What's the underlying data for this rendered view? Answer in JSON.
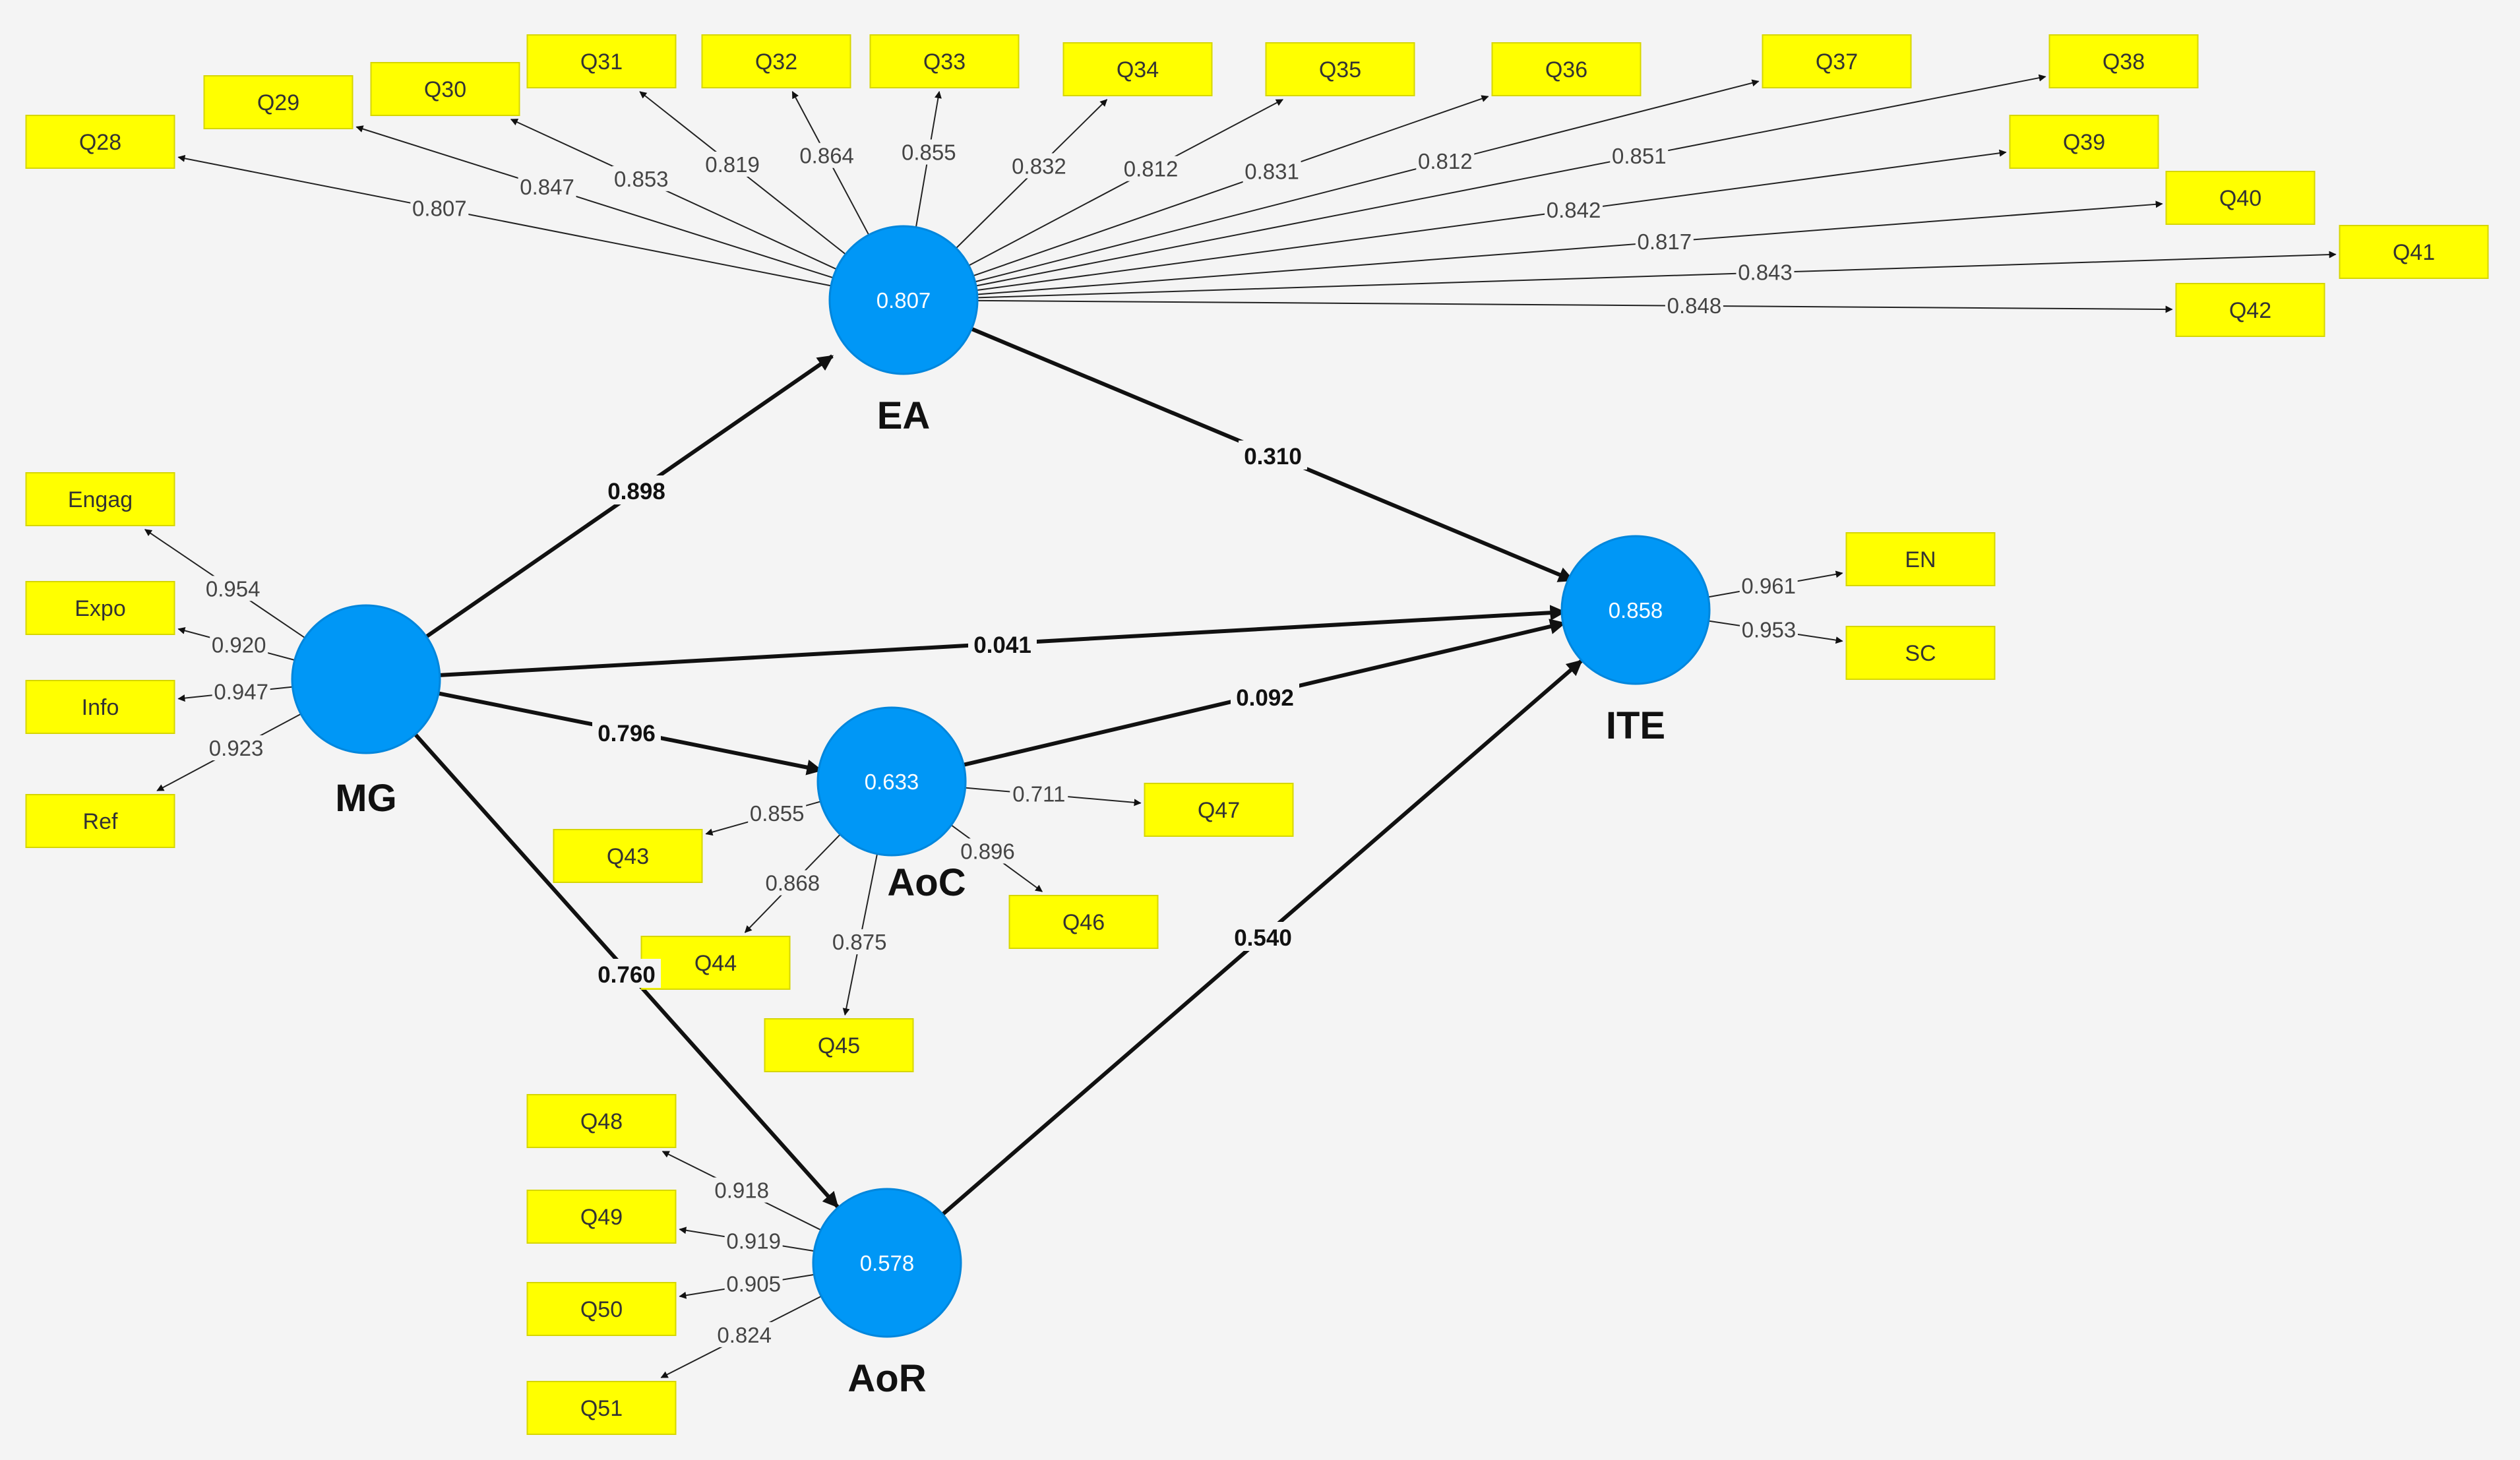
{
  "colors": {
    "construct": "#0097f6",
    "indicator": "#ffff00",
    "background": "#f4f4f4",
    "arrow": "#111111"
  },
  "constructs": [
    {
      "id": "MG",
      "label": "MG",
      "r2": ""
    },
    {
      "id": "EA",
      "label": "EA",
      "r2": "0.807"
    },
    {
      "id": "AoC",
      "label": "AoC",
      "r2": "0.633"
    },
    {
      "id": "AoR",
      "label": "AoR",
      "r2": "0.578"
    },
    {
      "id": "ITE",
      "label": "ITE",
      "r2": "0.858"
    }
  ],
  "paths": [
    {
      "from": "MG",
      "to": "EA",
      "coef": "0.898"
    },
    {
      "from": "MG",
      "to": "ITE",
      "coef": "0.041"
    },
    {
      "from": "MG",
      "to": "AoC",
      "coef": "0.796"
    },
    {
      "from": "MG",
      "to": "AoR",
      "coef": "0.760"
    },
    {
      "from": "EA",
      "to": "ITE",
      "coef": "0.310"
    },
    {
      "from": "AoC",
      "to": "ITE",
      "coef": "0.092"
    },
    {
      "from": "AoR",
      "to": "ITE",
      "coef": "0.540"
    }
  ],
  "indicators": [
    {
      "construct": "EA",
      "label": "Q28",
      "loading": "0.807"
    },
    {
      "construct": "EA",
      "label": "Q29",
      "loading": "0.847"
    },
    {
      "construct": "EA",
      "label": "Q30",
      "loading": "0.853"
    },
    {
      "construct": "EA",
      "label": "Q31",
      "loading": "0.819"
    },
    {
      "construct": "EA",
      "label": "Q32",
      "loading": "0.864"
    },
    {
      "construct": "EA",
      "label": "Q33",
      "loading": "0.855"
    },
    {
      "construct": "EA",
      "label": "Q34",
      "loading": "0.832"
    },
    {
      "construct": "EA",
      "label": "Q35",
      "loading": "0.812"
    },
    {
      "construct": "EA",
      "label": "Q36",
      "loading": "0.831"
    },
    {
      "construct": "EA",
      "label": "Q37",
      "loading": "0.812"
    },
    {
      "construct": "EA",
      "label": "Q38",
      "loading": "0.851"
    },
    {
      "construct": "EA",
      "label": "Q39",
      "loading": "0.842"
    },
    {
      "construct": "EA",
      "label": "Q40",
      "loading": "0.817"
    },
    {
      "construct": "EA",
      "label": "Q41",
      "loading": "0.843"
    },
    {
      "construct": "EA",
      "label": "Q42",
      "loading": "0.848"
    },
    {
      "construct": "MG",
      "label": "Engag",
      "loading": "0.954"
    },
    {
      "construct": "MG",
      "label": "Expo",
      "loading": "0.920"
    },
    {
      "construct": "MG",
      "label": "Info",
      "loading": "0.947"
    },
    {
      "construct": "MG",
      "label": "Ref",
      "loading": "0.923"
    },
    {
      "construct": "AoC",
      "label": "Q43",
      "loading": "0.855"
    },
    {
      "construct": "AoC",
      "label": "Q44",
      "loading": "0.868"
    },
    {
      "construct": "AoC",
      "label": "Q45",
      "loading": "0.875"
    },
    {
      "construct": "AoC",
      "label": "Q46",
      "loading": "0.896"
    },
    {
      "construct": "AoC",
      "label": "Q47",
      "loading": "0.711"
    },
    {
      "construct": "AoR",
      "label": "Q48",
      "loading": "0.918"
    },
    {
      "construct": "AoR",
      "label": "Q49",
      "loading": "0.919"
    },
    {
      "construct": "AoR",
      "label": "Q50",
      "loading": "0.905"
    },
    {
      "construct": "AoR",
      "label": "Q51",
      "loading": "0.824"
    },
    {
      "construct": "ITE",
      "label": "EN",
      "loading": "0.961"
    },
    {
      "construct": "ITE",
      "label": "SC",
      "loading": "0.953"
    }
  ]
}
